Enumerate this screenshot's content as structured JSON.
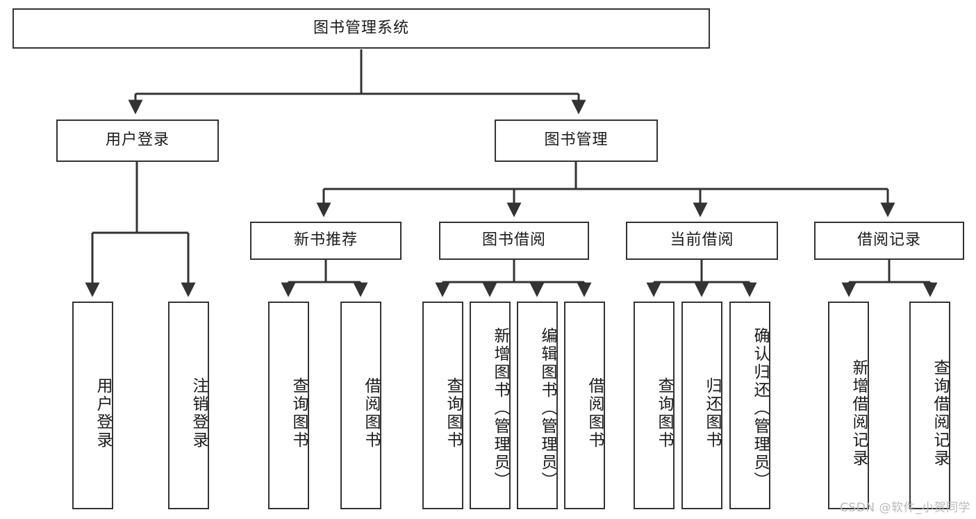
{
  "diagram": {
    "title": "图书管理系统",
    "watermark": "CSDN @软件_小贺同学",
    "colors": {
      "border": "#333333",
      "background": "#ffffff",
      "text": "#1a1a1a",
      "watermark": "#b9b9b9"
    },
    "levels": {
      "root": {
        "label": "图书管理系统"
      },
      "level2": [
        {
          "label": "用户登录"
        },
        {
          "label": "图书管理"
        }
      ],
      "level3": [
        {
          "label": "新书推荐"
        },
        {
          "label": "图书借阅"
        },
        {
          "label": "当前借阅"
        },
        {
          "label": "借阅记录"
        }
      ],
      "leaves": [
        {
          "label": "用户登录",
          "parent": "用户登录"
        },
        {
          "label": "注销登录",
          "parent": "用户登录"
        },
        {
          "label": "查询图书",
          "parent": "新书推荐"
        },
        {
          "label": "借阅图书",
          "parent": "新书推荐"
        },
        {
          "label": "查询图书",
          "parent": "图书借阅"
        },
        {
          "label": "新增图书（管理员）",
          "parent": "图书借阅"
        },
        {
          "label": "编辑图书（管理员）",
          "parent": "图书借阅"
        },
        {
          "label": "借阅图书",
          "parent": "图书借阅"
        },
        {
          "label": "查询图书",
          "parent": "当前借阅"
        },
        {
          "label": "归还图书",
          "parent": "当前借阅"
        },
        {
          "label": "确认归还（管理员）",
          "parent": "当前借阅"
        },
        {
          "label": "新增借阅记录",
          "parent": "借阅记录"
        },
        {
          "label": "查询借阅记录",
          "parent": "借阅记录"
        }
      ]
    }
  }
}
